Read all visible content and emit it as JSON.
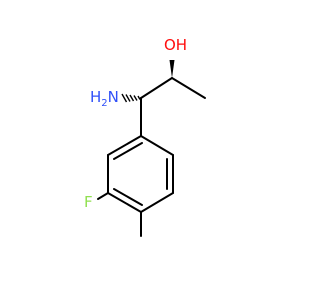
{
  "molecule": {
    "atoms": {
      "hydroxyl": "OH",
      "amine_h": "H",
      "amine_sub": "2",
      "amine_n": "N",
      "fluorine": "F"
    },
    "colors": {
      "bond": "#000000",
      "oxygen": "#ff0d0d",
      "nitrogen": "#3050f8",
      "fluorine": "#90e050"
    }
  }
}
